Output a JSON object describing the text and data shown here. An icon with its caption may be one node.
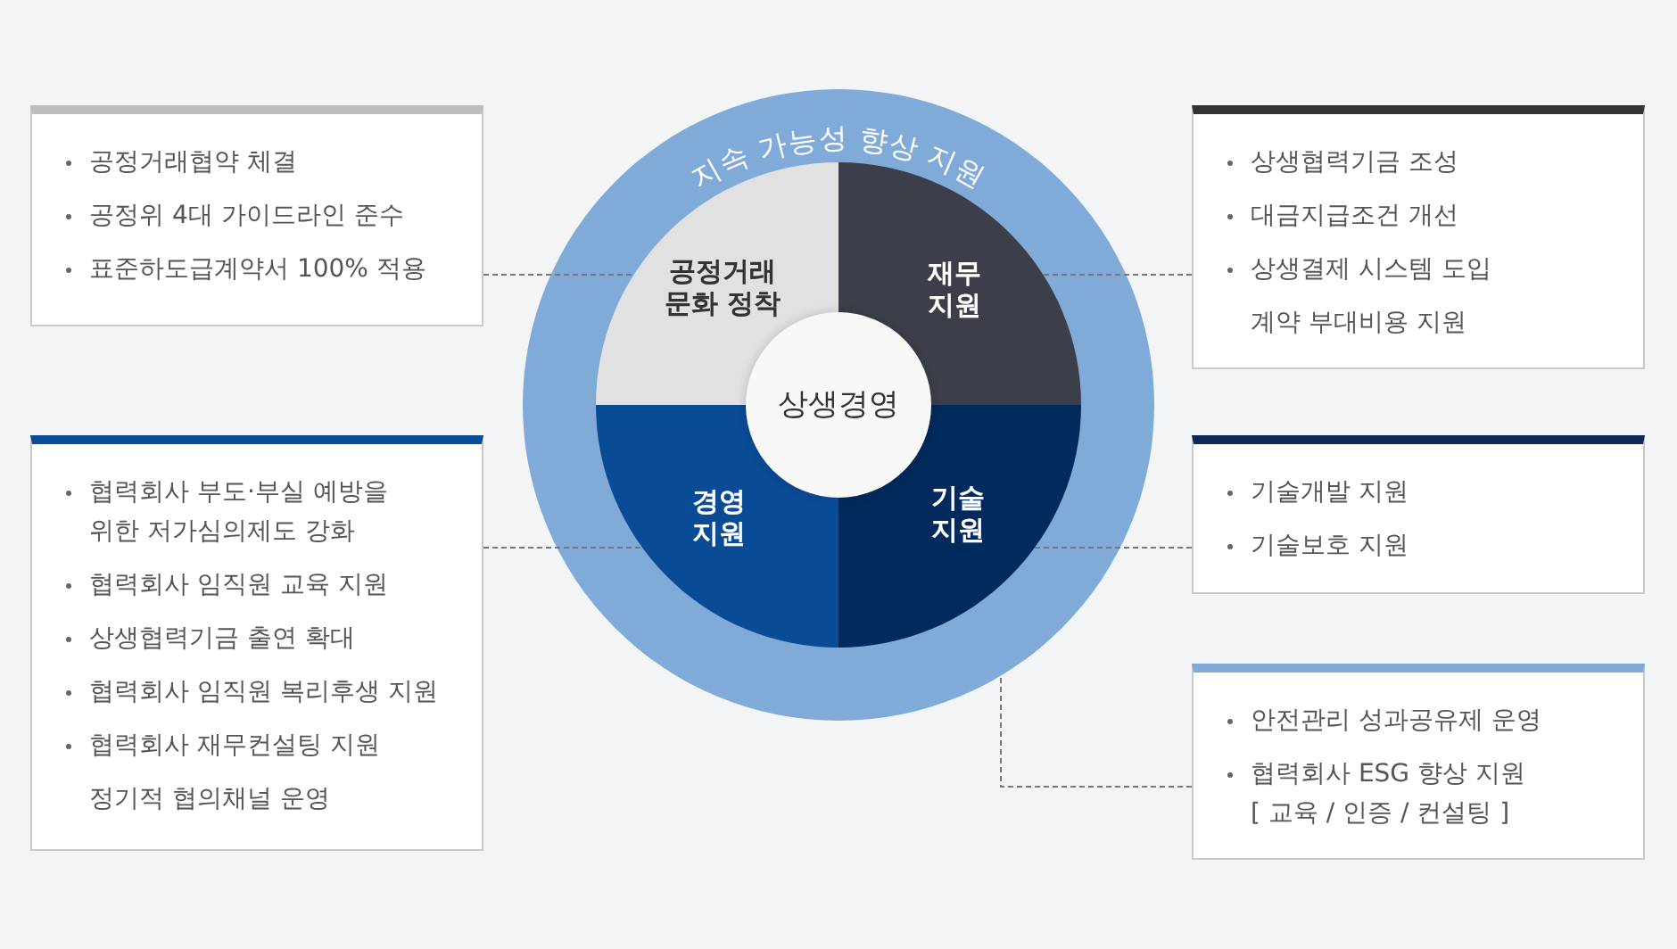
{
  "diagram": {
    "nodes": [
      {
        "text": [
          "공정거래협약 체결",
          "공정위 4대 가이드라인 준수",
          "표준하도급계약서 100% 적용"
        ]
      },
      {
        "text": [
          "지속 가능성 향상 지원"
        ]
      },
      {
        "text": [
          "공정거래 문화 정착"
        ],
        "in": 1
      },
      {
        "text": [
          "재무 지원"
        ],
        "in": 1
      },
      {
        "text": [
          "상생경영"
        ],
        "in": 1
      },
      {
        "text": [
          "경영 지원"
        ],
        "in": 1
      },
      {
        "text": [
          "기술 지원"
        ],
        "in": 1
      },
      {
        "text": [
          "상생협력기금 조성",
          "대금지급조건 개선",
          "상생결제 시스템 도입",
          "계약 부대비용 지원"
        ]
      },
      {
        "text": [
          "협력회사 부도·부실 예방을 위한 저가심의제도 강화",
          "협력회사 임직원 교육 지원",
          "상생협력기금 출연 확대",
          "협력회사 임직원 복리후생 지원",
          "협력회사 재무컨설팅 지원",
          "정기적 협의채널 운영"
        ]
      },
      {
        "text": [
          "기술개발 지원",
          "기술보호 지원"
        ]
      },
      {
        "text": [
          "안전관리 성과공유제 운영",
          "협력회사 ESG 향상 지원 [ 교육 / 인증 / 컨설팅 ]"
        ]
      }
    ],
    "edges": [
      {
        "from": 0,
        "to": 2,
        "arrow": "none",
        "style": "dashed"
      },
      {
        "from": 7,
        "to": 3,
        "arrow": "none",
        "style": "dashed"
      },
      {
        "from": 8,
        "to": 5,
        "arrow": "none",
        "style": "dashed"
      },
      {
        "from": 9,
        "to": 6,
        "arrow": "none",
        "style": "dashed"
      },
      {
        "from": 10,
        "to": 1,
        "arrow": "none",
        "style": "dashed"
      }
    ]
  }
}
